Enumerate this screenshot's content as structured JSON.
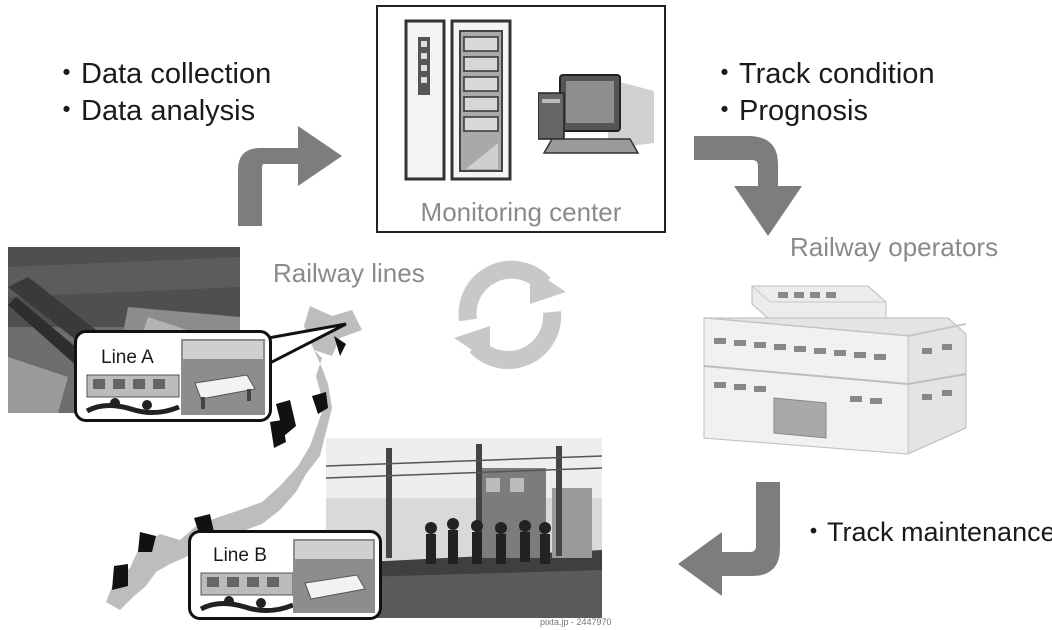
{
  "left_text": {
    "line1": "・Data collection",
    "line2": "・Data analysis"
  },
  "center": {
    "label": "Monitoring center"
  },
  "right_text": {
    "line1": "・Track condition",
    "line2": "・Prognosis"
  },
  "operators": {
    "label": "Railway operators"
  },
  "railway": {
    "label": "Railway lines"
  },
  "line_a": {
    "label": "Line A"
  },
  "line_b": {
    "label": "Line B"
  },
  "maintenance": {
    "label": "・Track maintenance"
  },
  "credit": {
    "text": "pixta.jp - 2447970"
  },
  "colors": {
    "arrow": "#7d7d7d",
    "cycle": "#c8c8c8",
    "map": "#bdbdbd",
    "label_gray": "#8a8a8a"
  },
  "icons": [
    "server-rack-icon",
    "computer-icon",
    "building-icon",
    "cycle-icon",
    "japan-map-icon",
    "track-photo",
    "worker-photo",
    "train-icon"
  ]
}
